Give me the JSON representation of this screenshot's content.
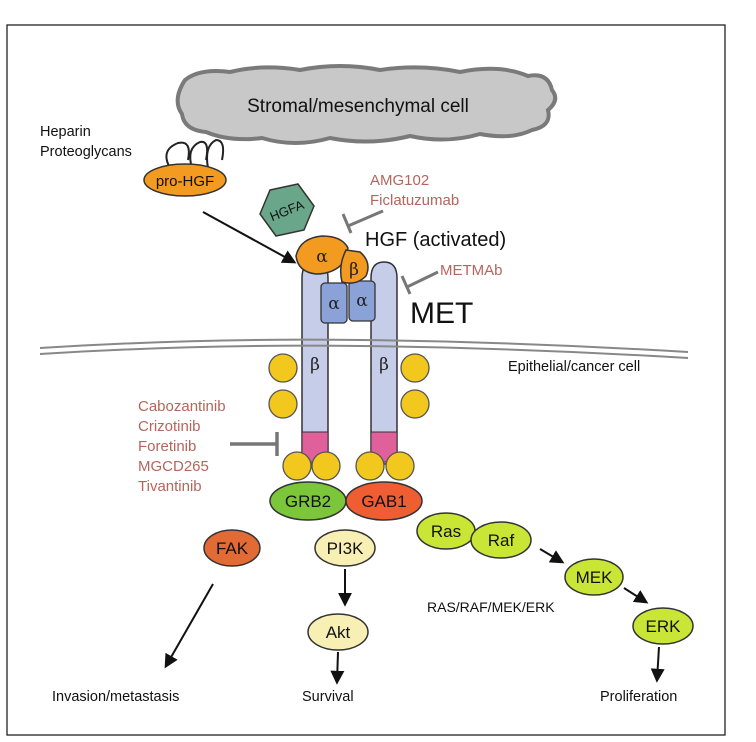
{
  "cell_labels": {
    "stromal": "Stromal/mesenchymal cell",
    "epithelial": "Epithelial/cancer cell"
  },
  "heparin": [
    "Heparin",
    "Proteoglycans"
  ],
  "ligands": {
    "pro_hgf": "pro-HGF",
    "hgfa": "HGFA",
    "hgf_activated": "HGF (activated)",
    "met": "MET"
  },
  "subunits": {
    "alpha": "α",
    "beta": "β"
  },
  "inhibitors": {
    "hgf": [
      "AMG102",
      "Ficlatuzumab"
    ],
    "met_ecd": [
      "METMAb"
    ],
    "kinase": [
      "Cabozantinib",
      "Crizotinib",
      "Foretinib",
      "MGCD265",
      "Tivantinib"
    ]
  },
  "adaptors": {
    "grb2": "GRB2",
    "gab1": "GAB1"
  },
  "signaling": {
    "fak": "FAK",
    "pi3k": "PI3K",
    "akt": "Akt",
    "ras": "Ras",
    "raf": "Raf",
    "mek": "MEK",
    "erk": "ERK",
    "pathway_label": "RAS/RAF/MEK/ERK"
  },
  "outcomes": {
    "invasion": "Invasion/metastasis",
    "survival": "Survival",
    "proliferation": "Proliferation"
  },
  "colors": {
    "cloud": "#c8c8c8",
    "pro_hgf": "#f39a21",
    "hgfa": "#6aa68a",
    "receptor": "#c6cde9",
    "alpha_subunit": "#8aa2d8",
    "kinase_tail": "#e0609c",
    "docking": "#f2c81e",
    "grb2": "#7cc63a",
    "gab1": "#ef5e33",
    "fak": "#e26a34",
    "pi3k": "#f8efb5",
    "ras_raf_mek_erk": "#c9e636",
    "drug_text": "#b5655b"
  }
}
